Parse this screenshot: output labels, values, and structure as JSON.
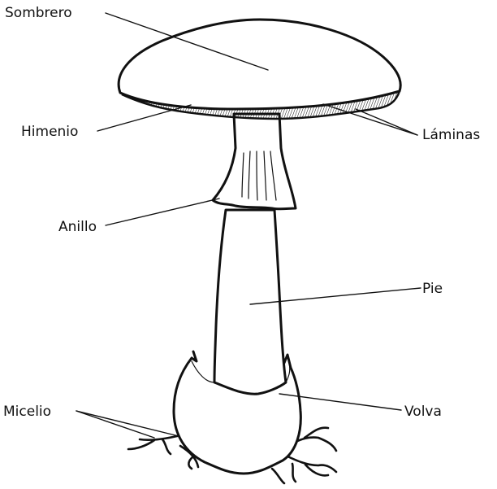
{
  "labels": {
    "sombrero": "Sombrero",
    "himenio": "Himenio",
    "laminas": "Láminas",
    "anillo": "Anillo",
    "pie": "Pie",
    "micelio": "Micelio",
    "volva": "Volva"
  },
  "colors": {
    "ink": "#111111",
    "background": "#ffffff"
  }
}
